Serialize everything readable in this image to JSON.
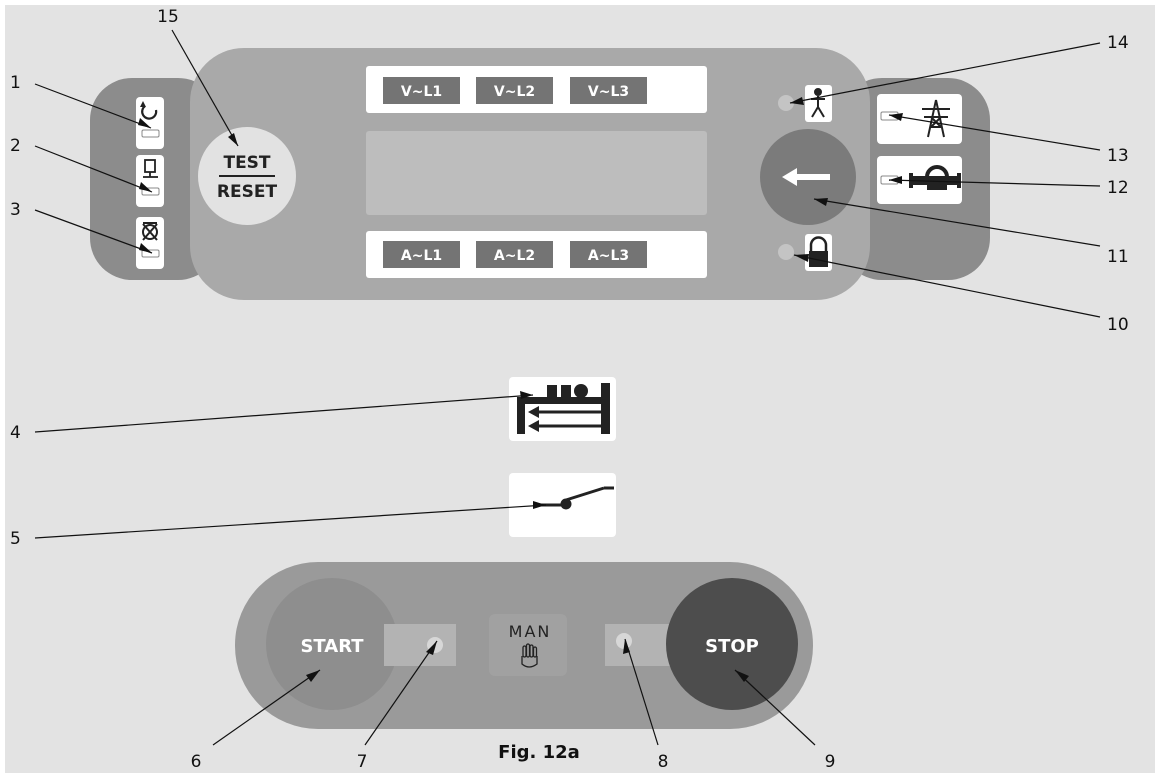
{
  "callouts": [
    "1",
    "2",
    "3",
    "4",
    "5",
    "6",
    "7",
    "8",
    "9",
    "10",
    "11",
    "12",
    "13",
    "14",
    "15"
  ],
  "test_reset": {
    "top": "TEST",
    "bottom": "RESET"
  },
  "voltage_labels": [
    "V~L1",
    "V~L2",
    "V~L3"
  ],
  "current_labels": [
    "A~L1",
    "A~L2",
    "A~L3"
  ],
  "start_label": "START",
  "stop_label": "STOP",
  "man_label": "MAN",
  "caption": "Fig. 12a",
  "icons": {
    "left_column": [
      "auto-cycle-icon",
      "test-operator-icon",
      "inhibit-icon"
    ],
    "right_column": [
      "mains-pylon-icon",
      "generator-icon"
    ],
    "operator_icon": "maintenance-person-icon",
    "lock_icon": "padlock-icon",
    "enter_icon": "arrow-left-icon",
    "plant_icon": "generating-set-icon",
    "breaker_icon": "circuit-breaker-icon",
    "hand_icon": "hand-icon"
  },
  "colors": {
    "background": "#e3e3e3",
    "panel": "#a9a9a9",
    "side_panel": "#8c8c8c",
    "label_box": "#747474",
    "display": "#bdbdbd",
    "arrow_button": "#7b7b7b",
    "start_button": "#8e8e8e",
    "stop_button": "#4d4d4d",
    "bottom_panel": "#9a9a9a"
  }
}
